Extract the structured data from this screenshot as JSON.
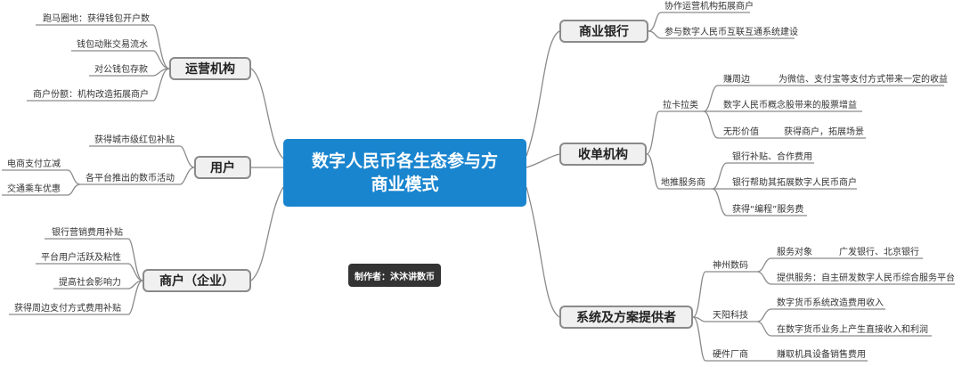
{
  "center": {
    "line1": "数字人民币各生态参与方",
    "line2": "商业模式"
  },
  "author": "制作者：沐沐讲数币",
  "branches": {
    "operators": {
      "title": "运营机构",
      "items": [
        "跑马圈地：获得钱包开户数",
        "钱包动账交易流水",
        "对公钱包存款",
        "商户份额：机构改造拓展商户"
      ]
    },
    "users": {
      "title": "用户",
      "items": [
        "获得城市级红包补贴",
        "各平台推出的数币活动"
      ],
      "sub_items": [
        "电商支付立减",
        "交通乘车优惠"
      ]
    },
    "merchants": {
      "title": "商户（企业）",
      "items": [
        "银行营销费用补贴",
        "平台用户活跃及粘性",
        "提高社会影响力",
        "获得周边支付方式费用补贴"
      ]
    },
    "banks": {
      "title": "商业银行",
      "items": [
        "协作运营机构拓展商户",
        "参与数字人民币互联互通系统建设"
      ]
    },
    "acquirers": {
      "title": "收单机构",
      "groups": [
        {
          "label": "拉卡拉类",
          "items": [
            "赚周边",
            "数字人民币概念股带来的股票增益",
            "无形价值"
          ],
          "details": [
            "为微信、支付宝等支付方式带来一定的收益",
            "获得商户，拓展场景"
          ]
        },
        {
          "label": "地推服务商",
          "items": [
            "银行补贴、合作费用",
            "银行帮助其拓展数字人民币商户",
            "获得“编程”服务费"
          ]
        }
      ]
    },
    "providers": {
      "title": "系统及方案提供者",
      "groups": [
        {
          "label": "神州数码",
          "items": [
            "服务对象",
            "提供服务：自主研发数字人民币综合服务平台"
          ],
          "details": [
            "广发银行、北京银行"
          ]
        },
        {
          "label": "天阳科技",
          "items": [
            "数字货币系统改造费用收入",
            "在数字货币业务上产生直接收入和利润"
          ]
        },
        {
          "label": "硬件厂商",
          "items": [
            "赚取机具设备销售费用"
          ]
        }
      ]
    }
  }
}
